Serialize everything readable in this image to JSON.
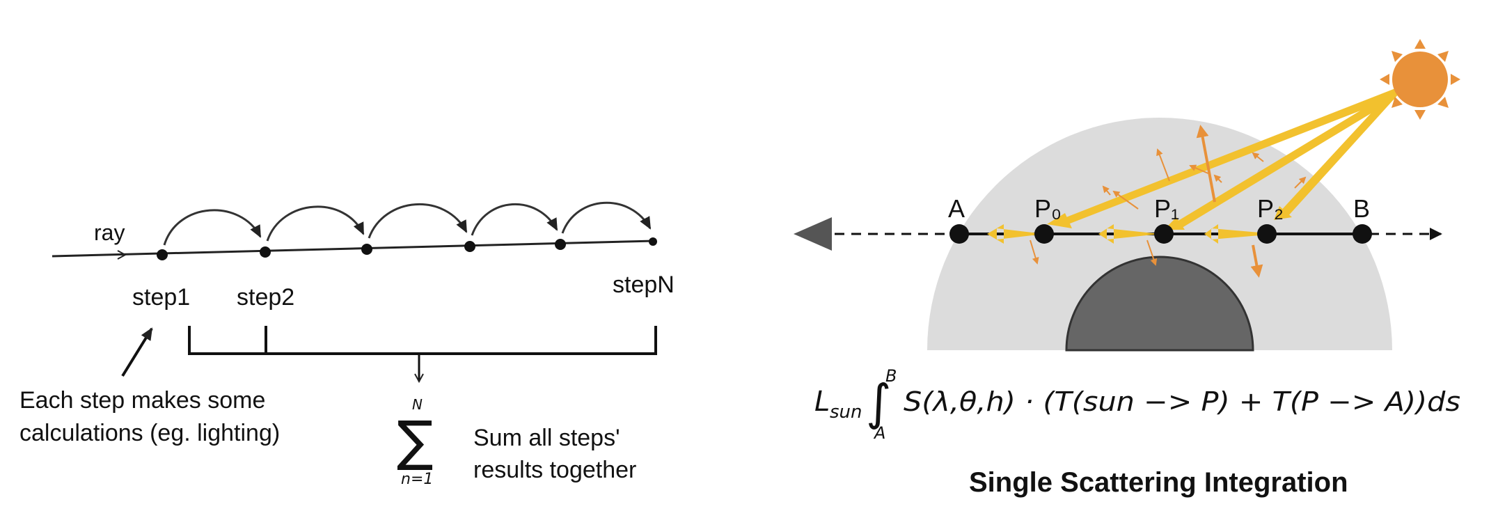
{
  "left": {
    "ray_label": "ray",
    "step_labels": [
      "step1",
      "step2",
      "stepN"
    ],
    "note_left": [
      "Each step makes some",
      "calculations (eg. lighting)"
    ],
    "sum_symbol": "∑",
    "sum_upper": "N",
    "sum_lower": "n=1",
    "note_right": [
      "Sum all steps'",
      "results together"
    ]
  },
  "right": {
    "points": [
      "A",
      "P₀",
      "P₁",
      "P₂",
      "B"
    ],
    "formula": {
      "L": "L",
      "L_sub": "sun",
      "integral": "∫",
      "upper": "B",
      "lower": "A",
      "body": "S(λ,θ,h) · (T(sun −> P) + T(P −> A))ds"
    },
    "title": "Single Scattering Integration",
    "colors": {
      "sun": "#e8913a",
      "ray": "#f2c12e",
      "atmosphere": "#dcdcdc",
      "planet": "#666666",
      "scatter_arrow": "#e8913a"
    }
  }
}
